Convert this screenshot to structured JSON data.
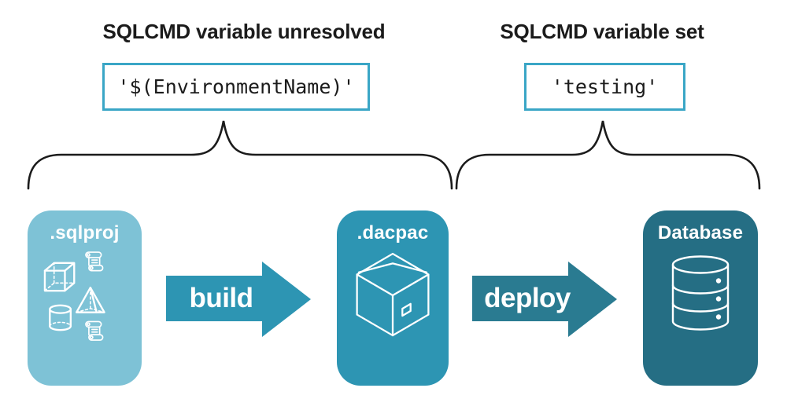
{
  "colors": {
    "light_blue": "#7EC2D6",
    "teal": "#2D95B3",
    "deploy_teal": "#2A7B91",
    "database_teal": "#256E84",
    "code_border": "#3AA6C6",
    "ink": "#1B1B1B",
    "icon_white": "#FFFFFF"
  },
  "annotations": {
    "unresolved": {
      "title": "SQLCMD variable unresolved",
      "code": "'$(EnvironmentName)'"
    },
    "set": {
      "title": "SQLCMD variable set",
      "code": "'testing'"
    }
  },
  "pipeline": {
    "stages": [
      {
        "label": ".sqlproj",
        "icon": "sql-objects-icon"
      },
      {
        "label": ".dacpac",
        "icon": "package-icon"
      },
      {
        "label": "Database",
        "icon": "database-icon"
      }
    ],
    "arrows": [
      {
        "label": "build"
      },
      {
        "label": "deploy"
      }
    ]
  }
}
